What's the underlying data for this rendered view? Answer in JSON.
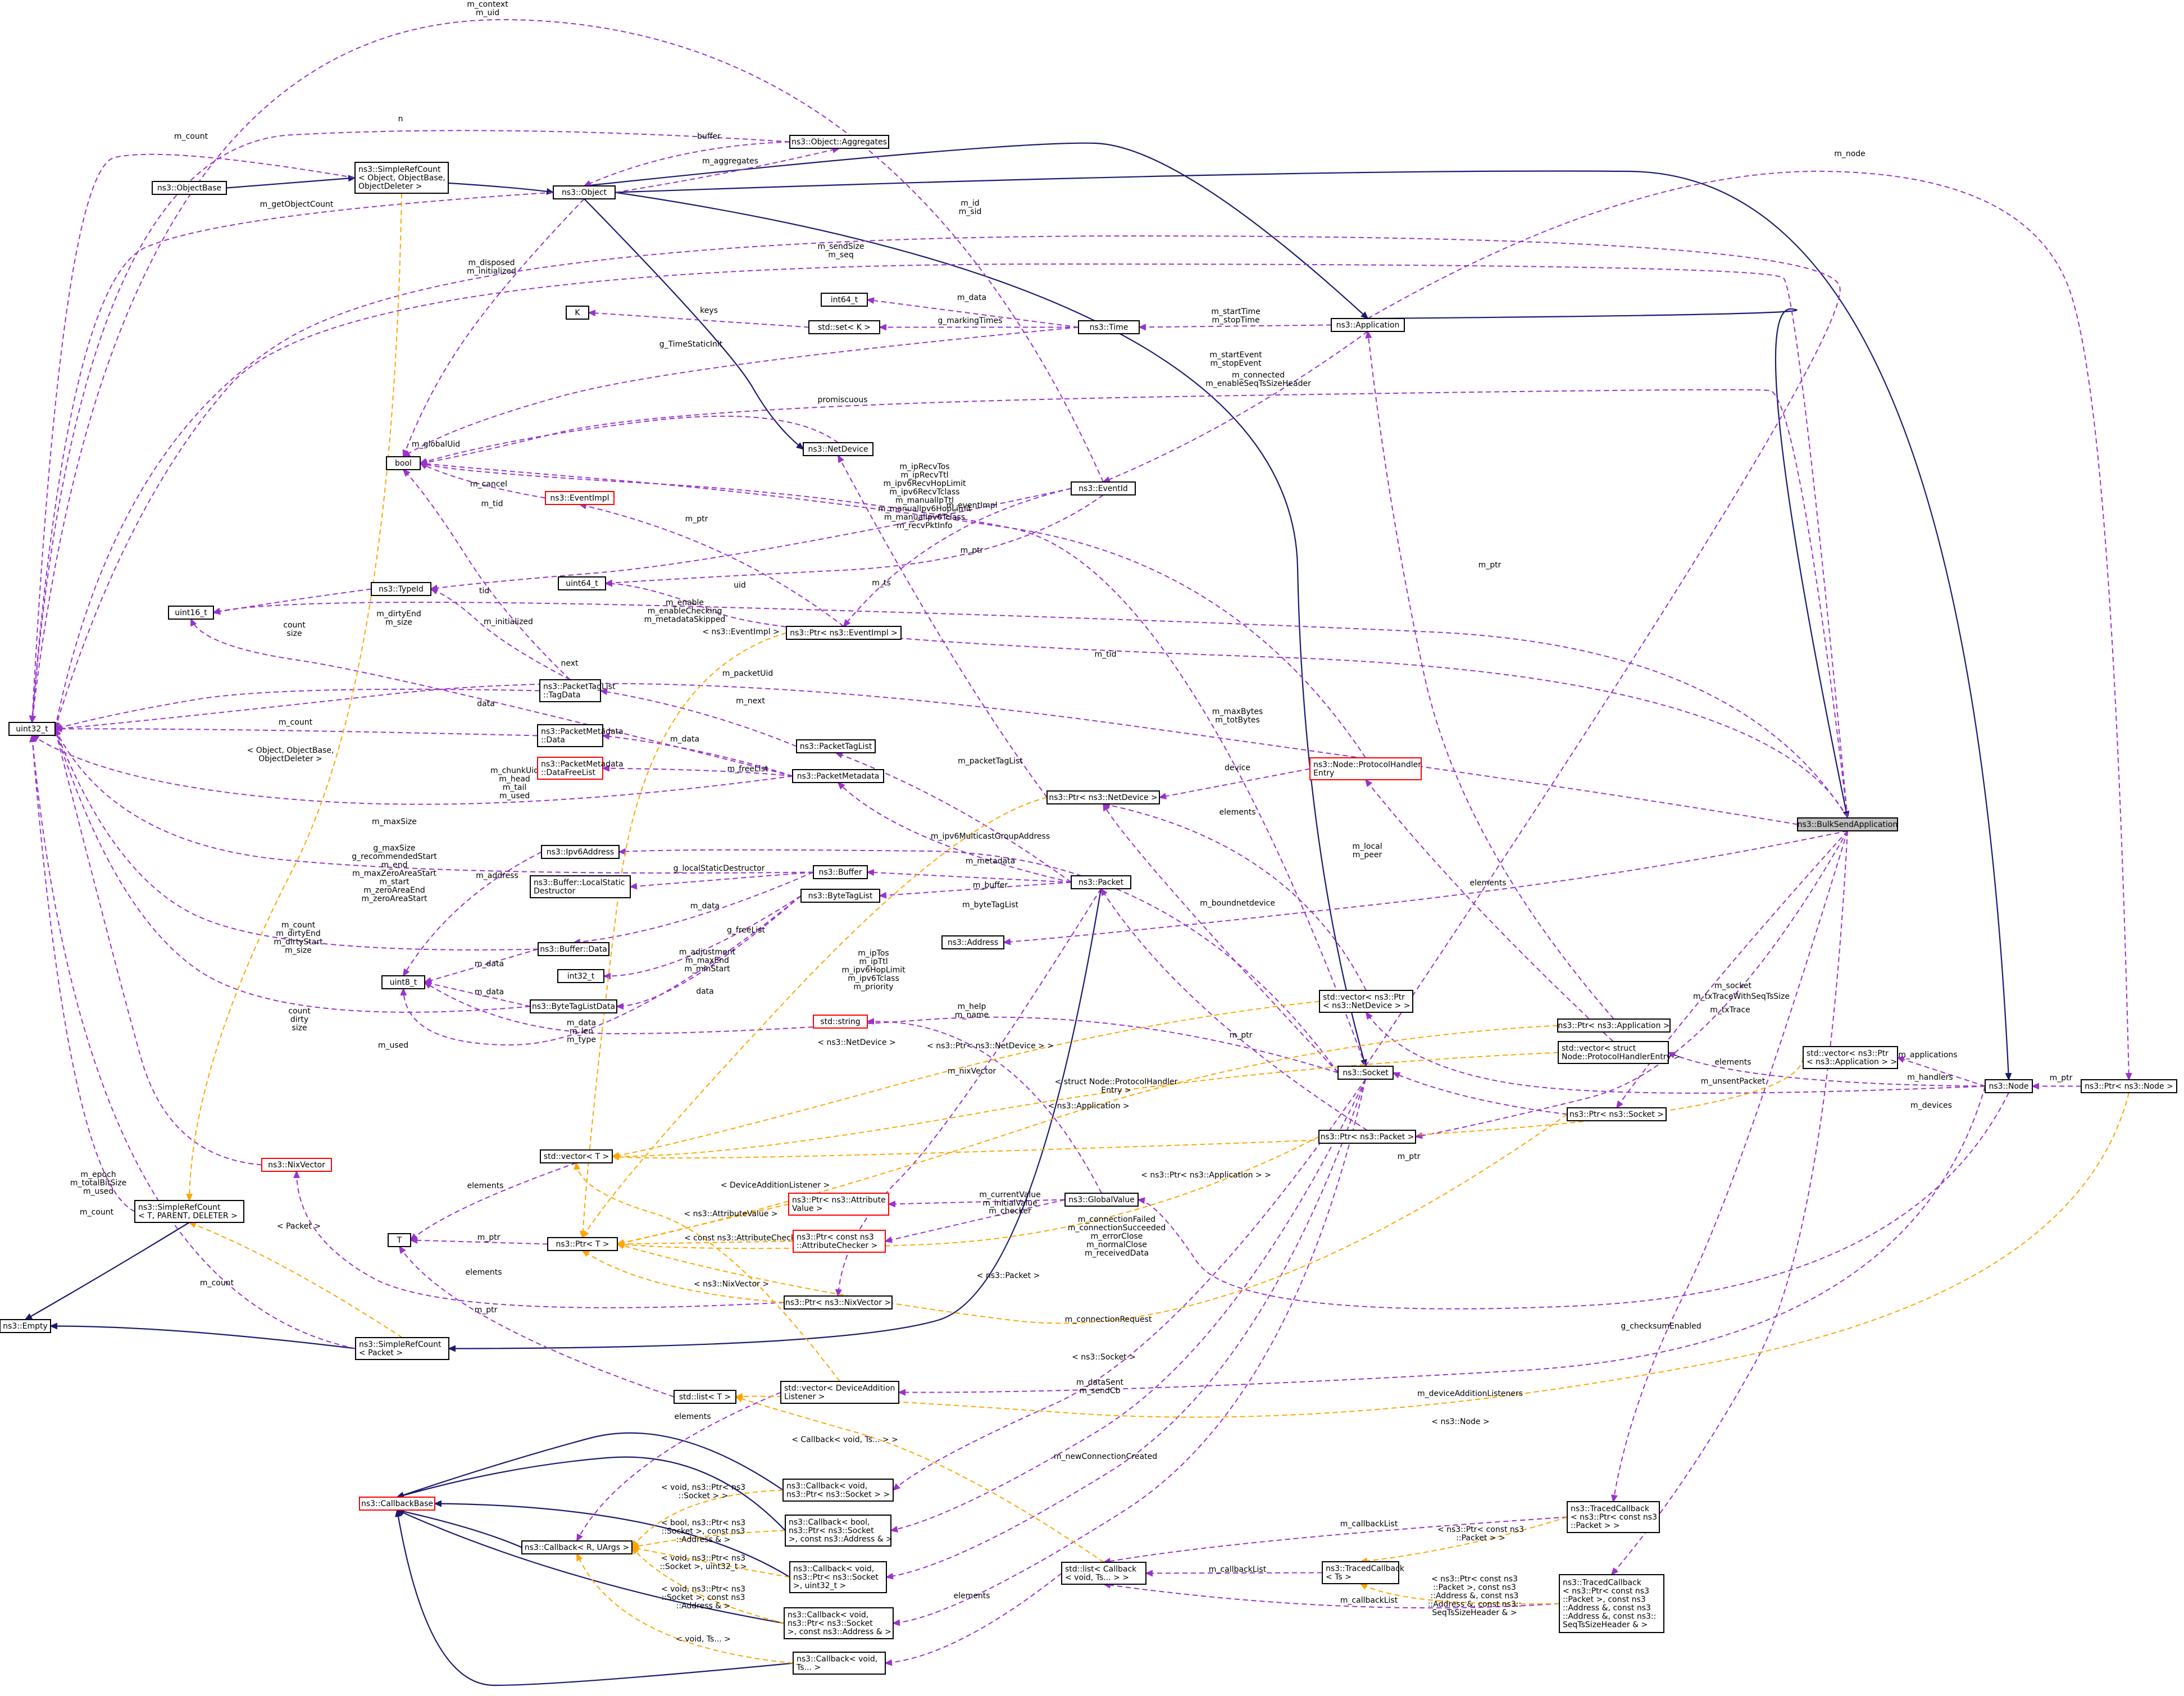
{
  "colors": {
    "inheritance_edge": "#191970",
    "usage_edge": "#9a32cd",
    "template_edge": "#ffa500",
    "undocumented_border": "#ff0000",
    "focus_fill": "#bfbfbf"
  },
  "nodes": {
    "bulk": [
      "ns3::BulkSendApplication"
    ],
    "application": [
      "ns3::Application"
    ],
    "object": [
      "ns3::Object"
    ],
    "simplerefcount_obj": [
      "ns3::SimpleRefCount",
      "< Object, ObjectBase,",
      "ObjectDeleter >"
    ],
    "objectbase": [
      "ns3::ObjectBase"
    ],
    "object_aggregates": [
      "ns3::Object::Aggregates"
    ],
    "uint32": [
      "uint32_t"
    ],
    "bool": [
      "bool"
    ],
    "int64": [
      "int64_t"
    ],
    "k": [
      "K"
    ],
    "set_k": [
      "std::set< K >"
    ],
    "time": [
      "ns3::Time"
    ],
    "netdevice": [
      "ns3::NetDevice"
    ],
    "eventid": [
      "ns3::EventId"
    ],
    "eventimpl": [
      "ns3::EventImpl"
    ],
    "typeid": [
      "ns3::TypeId"
    ],
    "uint16": [
      "uint16_t"
    ],
    "uint64": [
      "uint64_t"
    ],
    "ptr_eventimpl": [
      "ns3::Ptr< ns3::EventImpl >"
    ],
    "tagdata": [
      "ns3::PacketTagList",
      "::TagData"
    ],
    "pm_data": [
      "ns3::PacketMetadata",
      "::Data"
    ],
    "pm_freelist": [
      "ns3::PacketMetadata",
      "::DataFreeList"
    ],
    "packettaglist": [
      "ns3::PacketTagList"
    ],
    "packetmetadata": [
      "ns3::PacketMetadata"
    ],
    "ptr_netdevice": [
      "ns3::Ptr< ns3::NetDevice >"
    ],
    "protocolhandler": [
      "ns3::Node::ProtocolHandler",
      "Entry"
    ],
    "ipv6address": [
      "ns3::Ipv6Address"
    ],
    "buffer_lsd": [
      "ns3::Buffer::LocalStatic",
      "Destructor"
    ],
    "buffer": [
      "ns3::Buffer"
    ],
    "bytetaglist": [
      "ns3::ByteTagList"
    ],
    "packet": [
      "ns3::Packet"
    ],
    "address": [
      "ns3::Address"
    ],
    "buffer_data": [
      "ns3::Buffer::Data"
    ],
    "uint8": [
      "uint8_t"
    ],
    "int32": [
      "int32_t"
    ],
    "bytetaglistdata": [
      "ns3::ByteTagListData"
    ],
    "stdstring": [
      "std::string"
    ],
    "vec_ptr_netdevice": [
      "std::vector< ns3::Ptr",
      "< ns3::NetDevice > >"
    ],
    "socket": [
      "ns3::Socket"
    ],
    "ptr_application": [
      "ns3::Ptr< ns3::Application >"
    ],
    "vec_phe": [
      "std::vector< struct",
      "Node::ProtocolHandlerEntry >"
    ],
    "vec_ptr_application": [
      "std::vector< ns3::Ptr",
      "< ns3::Application > >"
    ],
    "node": [
      "ns3::Node"
    ],
    "ptr_node": [
      "ns3::Ptr< ns3::Node >"
    ],
    "ptr_socket": [
      "ns3::Ptr< ns3::Socket >"
    ],
    "ptr_packet": [
      "ns3::Ptr< ns3::Packet >"
    ],
    "stdvector_t": [
      "std::vector< T >"
    ],
    "nixvector": [
      "ns3::NixVector"
    ],
    "simplerefcount_t": [
      "ns3::SimpleRefCount",
      "< T, PARENT, DELETER >"
    ],
    "empty": [
      "ns3::Empty"
    ],
    "t": [
      "T"
    ],
    "ptr_t": [
      "ns3::Ptr< T >"
    ],
    "ptr_attrvalue": [
      "ns3::Ptr< ns3::Attribute",
      "Value >"
    ],
    "ptr_attrchecker": [
      "ns3::Ptr< const ns3",
      "::AttributeChecker >"
    ],
    "globalvalue": [
      "ns3::GlobalValue"
    ],
    "ptr_nixvector": [
      "ns3::Ptr< ns3::NixVector >"
    ],
    "simplerefcount_packet": [
      "ns3::SimpleRefCount",
      "< Packet >"
    ],
    "stdlist_t": [
      "std::list< T >"
    ],
    "vec_dal": [
      "std::vector< DeviceAddition",
      "Listener >"
    ],
    "callbackbase": [
      "ns3::CallbackBase"
    ],
    "callback_ru": [
      "ns3::Callback< R, UArgs >"
    ],
    "cb_void_socket": [
      "ns3::Callback< void,",
      "ns3::Ptr< ns3::Socket > >"
    ],
    "cb_bool_socket_addr": [
      "ns3::Callback< bool,",
      "ns3::Ptr< ns3::Socket",
      ">, const ns3::Address & >"
    ],
    "cb_void_socket_u32": [
      "ns3::Callback< void,",
      "ns3::Ptr< ns3::Socket",
      ">, uint32_t >"
    ],
    "cb_void_socket_addr": [
      "ns3::Callback< void,",
      "ns3::Ptr< ns3::Socket",
      ">, const ns3::Address & >"
    ],
    "cb_void_ts": [
      "ns3::Callback< void,",
      "Ts... >"
    ],
    "stdlist_callback": [
      "std::list< Callback",
      "< void, Ts... > >"
    ],
    "traced_callback_ts": [
      "ns3::TracedCallback",
      "< Ts >"
    ],
    "traced_cb_packet": [
      "ns3::TracedCallback",
      "< ns3::Ptr< const ns3",
      "::Packet > >"
    ],
    "traced_cb_seqts": [
      "ns3::TracedCallback",
      "< ns3::Ptr< const ns3",
      "::Packet >, const ns3",
      "::Address &, const ns3",
      "::Address &, const ns3::",
      "SeqTsSizeHeader & >"
    ]
  },
  "edge_labels": {
    "context_uid": [
      "m_context",
      "m_uid"
    ],
    "n": [
      "n"
    ],
    "count_a": [
      "m_count"
    ],
    "buffer": [
      "buffer"
    ],
    "aggregates": [
      "m_aggregates"
    ],
    "getobjectcount": [
      "m_getObjectCount"
    ],
    "id_sid": [
      "m_id",
      "m_sid"
    ],
    "disposed": [
      "m_disposed",
      "m_initialized"
    ],
    "sendsize": [
      "m_sendSize",
      "m_seq"
    ],
    "node": [
      "m_node"
    ],
    "data_a": [
      "m_data"
    ],
    "keys": [
      "keys"
    ],
    "markingtimes": [
      "g_markingTimes"
    ],
    "starttime": [
      "m_startTime",
      "m_stopTime"
    ],
    "timestatic": [
      "g_TimeStaticInit"
    ],
    "startevent": [
      "m_startEvent",
      "m_stopEvent"
    ],
    "connected": [
      "m_connected",
      "m_enableSeqTsSizeHeader"
    ],
    "promiscuous": [
      "promiscuous"
    ],
    "globaluid": [
      "m_globalUid"
    ],
    "cancel": [
      "m_cancel"
    ],
    "iprecv": [
      "m_ipRecvTos",
      "m_ipRecvTtl",
      "m_ipv6RecvHopLimit",
      "m_ipv6RecvTclass",
      "m_manualIpTtl",
      "m_manualIpv6HopLimit",
      "m_manualIpv6Tclass",
      "m_recvPktInfo"
    ],
    "eventimpl": [
      "m_eventImpl"
    ],
    "tid_a": [
      "m_tid"
    ],
    "ptr_a": [
      "m_ptr"
    ],
    "ptr_app": [
      "m_ptr"
    ],
    "ptr_b": [
      "m_ptr"
    ],
    "ts": [
      "m_ts"
    ],
    "tid_b": [
      "tid"
    ],
    "uid": [
      "uid"
    ],
    "initialized": [
      "m_initialized"
    ],
    "dirtyend": [
      "m_dirtyEnd",
      "m_size"
    ],
    "countsize": [
      "count",
      "size"
    ],
    "enable": [
      "m_enable",
      "m_enableChecking",
      "m_metadataSkipped"
    ],
    "tmpl_eventimpl": [
      "< ns3::EventImpl >"
    ],
    "tid_c": [
      "m_tid"
    ],
    "next_self": [
      "next"
    ],
    "packetuid": [
      "m_packetUid"
    ],
    "data_b": [
      "data"
    ],
    "count_b": [
      "m_count"
    ],
    "next_b": [
      "m_next"
    ],
    "data_c": [
      "m_data"
    ],
    "maxbytes": [
      "m_maxBytes",
      "m_totBytes"
    ],
    "freelist": [
      "m_freeList"
    ],
    "objectbase_tmpl": [
      "< Object, ObjectBase,",
      "ObjectDeleter >"
    ],
    "chunkuid": [
      "m_chunkUid",
      "m_head",
      "m_tail",
      "m_used"
    ],
    "packettaglist": [
      "m_packetTagList"
    ],
    "device": [
      "device"
    ],
    "elements_a": [
      "elements"
    ],
    "maxsize": [
      "m_maxSize"
    ],
    "ipv6multicast": [
      "m_ipv6MulticastGroupAddress"
    ],
    "local_peer": [
      "m_local",
      "m_peer"
    ],
    "address_b": [
      "m_address"
    ],
    "gmaxsize": [
      "g_maxSize",
      "g_recommendedStart",
      "m_end",
      "m_maxZeroAreaStart",
      "m_start",
      "m_zeroAreaEnd",
      "m_zeroAreaStart"
    ],
    "glocalstatic": [
      "g_localStaticDestructor"
    ],
    "metadata": [
      "m_metadata"
    ],
    "data_d": [
      "m_data"
    ],
    "buffer_b": [
      "m_buffer"
    ],
    "bytetaglist": [
      "m_byteTagList"
    ],
    "elements_b": [
      "elements"
    ],
    "boundnetdevice": [
      "m_boundnetdevice"
    ],
    "gfreelist": [
      "g_freeList"
    ],
    "count_dirty": [
      "m_count",
      "m_dirtyEnd",
      "m_dirtyStart",
      "m_size"
    ],
    "data_e": [
      "m_data"
    ],
    "adjustment": [
      "m_adjustment",
      "m_maxEnd",
      "m_minStart"
    ],
    "data_f": [
      "m_data"
    ],
    "data_g": [
      "data"
    ],
    "iptos": [
      "m_ipTos",
      "m_ipTtl",
      "m_ipv6HopLimit",
      "m_ipv6Tclass",
      "m_priority"
    ],
    "count_dirty_size": [
      "count",
      "dirty",
      "size"
    ],
    "data_len_type": [
      "m_data",
      "m_len",
      "m_type"
    ],
    "used": [
      "m_used"
    ],
    "help_name": [
      "m_help",
      "m_name"
    ],
    "tmpl_netdevice_a": [
      "< ns3::NetDevice >"
    ],
    "tmpl_netdevice_b": [
      "< ns3::Ptr< ns3::NetDevice > >"
    ],
    "ptr_c": [
      "m_ptr"
    ],
    "socket": [
      "m_socket"
    ],
    "txtrace": [
      "m_txTrace"
    ],
    "txtraceseq": [
      "m_txTraceWithSeqTsSize"
    ],
    "nixvector": [
      "m_nixVector"
    ],
    "tmpl_phe": [
      "< struct Node::ProtocolHandler",
      "Entry >"
    ],
    "elements_c": [
      "elements"
    ],
    "applications": [
      "m_applications"
    ],
    "unsentpacket": [
      "m_unsentPacket"
    ],
    "handlers": [
      "m_handlers"
    ],
    "ptr_d": [
      "m_ptr"
    ],
    "tmpl_application_a": [
      "< ns3::Application >"
    ],
    "devices": [
      "m_devices"
    ],
    "epoch": [
      "m_epoch",
      "m_totalBitSize",
      "m_used"
    ],
    "ptr_e": [
      "m_ptr"
    ],
    "elements_d": [
      "elements"
    ],
    "count_c": [
      "m_count"
    ],
    "tmpl_dal": [
      "< DeviceAdditionListener >"
    ],
    "tmpl_application_b": [
      "< ns3::Ptr< ns3::Application > >"
    ],
    "currentvalue": [
      "m_currentValue",
      "m_initialValue"
    ],
    "tmpl_attrvalue": [
      "< ns3::AttributeValue >"
    ],
    "checker": [
      "m_checker"
    ],
    "tmpl_attrchecker": [
      "< const ns3::AttributeChecker >"
    ],
    "tmpl_packet_a": [
      "< Packet >"
    ],
    "connfailed": [
      "m_connectionFailed",
      "m_connectionSucceeded",
      "m_errorClose",
      "m_normalClose",
      "m_receivedData"
    ],
    "ptr_f": [
      "m_ptr"
    ],
    "elements_e": [
      "elements"
    ],
    "tmpl_packet_b": [
      "< ns3::Packet >"
    ],
    "count_d": [
      "m_count"
    ],
    "tmpl_nixvector": [
      "< ns3::NixVector >"
    ],
    "ptr_g": [
      "m_ptr"
    ],
    "connreq": [
      "m_connectionRequest"
    ],
    "checksum": [
      "g_checksumEnabled"
    ],
    "tmpl_socket": [
      "< ns3::Socket >"
    ],
    "datasent": [
      "m_dataSent",
      "m_sendCb"
    ],
    "deviceadditionlisteners": [
      "m_deviceAdditionListeners"
    ],
    "tmpl_node": [
      "< ns3::Node >"
    ],
    "elements_f": [
      "elements"
    ],
    "tmpl_callback_void_ts": [
      "< Callback< void, Ts... > >"
    ],
    "newconn": [
      "m_newConnectionCreated"
    ],
    "tmpl_void_socket": [
      "< void, ns3::Ptr< ns3",
      "::Socket > >"
    ],
    "callbacklist_a": [
      "m_callbackList"
    ],
    "tmpl_const_packet": [
      "< ns3::Ptr< const ns3",
      "::Packet > >"
    ],
    "tmpl_bool_socket": [
      "< bool, ns3::Ptr< ns3",
      "::Socket >, const ns3",
      "::Address & >"
    ],
    "tmpl_void_socket_u32": [
      "< void, ns3::Ptr< ns3",
      "::Socket >, uint32_t >"
    ],
    "callbacklist_b": [
      "m_callbackList"
    ],
    "tmpl_seqts": [
      "< ns3::Ptr< const ns3",
      "::Packet >, const ns3",
      "::Address &, const ns3",
      "::Address &, const ns3::",
      "SeqTsSizeHeader & >"
    ],
    "tmpl_void_socket_addr": [
      "< void, ns3::Ptr< ns3",
      "::Socket >, const ns3",
      "::Address & >"
    ],
    "elements_g": [
      "elements"
    ],
    "callbacklist_c": [
      "m_callbackList"
    ],
    "tmpl_void_ts": [
      "< void, Ts... >"
    ]
  }
}
